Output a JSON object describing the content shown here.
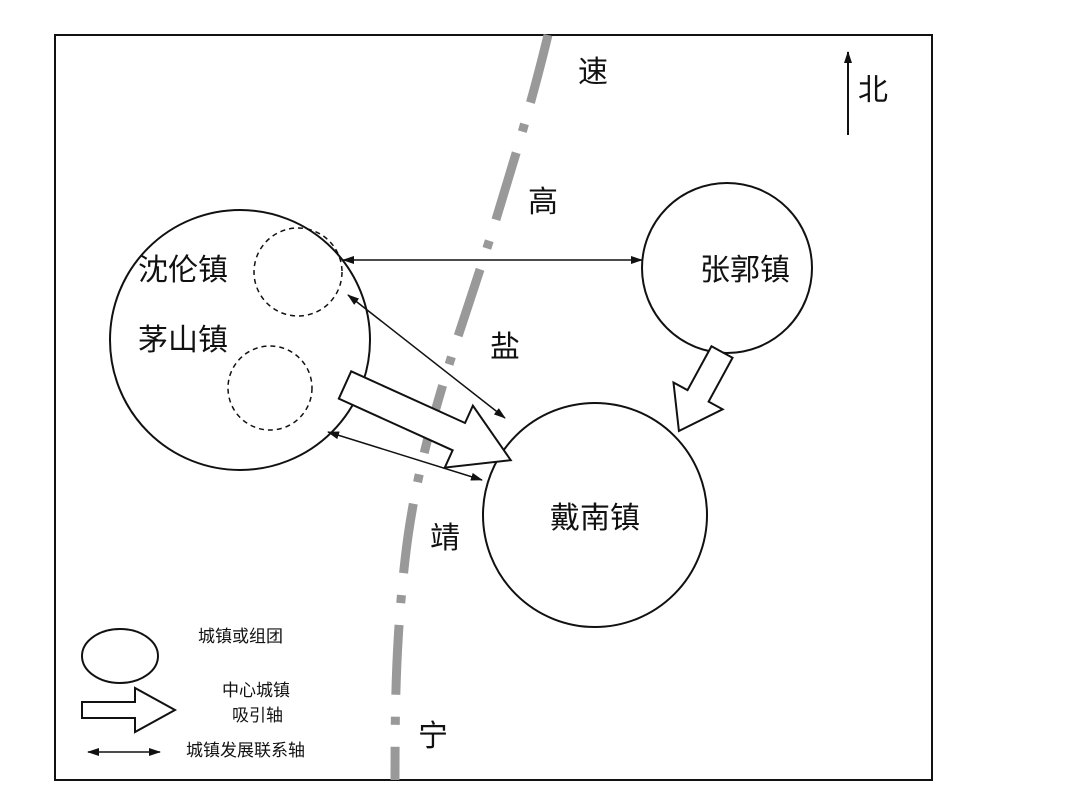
{
  "diagram": {
    "north_label": "北",
    "highway_chars": [
      "速",
      "高",
      "盐",
      "靖",
      "宁"
    ],
    "towns": {
      "shenlun": "沈伦镇",
      "maoshan": "茅山镇",
      "zhangguo": "张郭镇",
      "dainan": "戴南镇"
    },
    "legend": {
      "town": "城镇或组团",
      "attraction_line1": "中心城镇",
      "attraction_line2": "吸引轴",
      "link": "城镇发展联系轴"
    },
    "colors": {
      "highway": "#999999",
      "line": "#111111"
    }
  }
}
